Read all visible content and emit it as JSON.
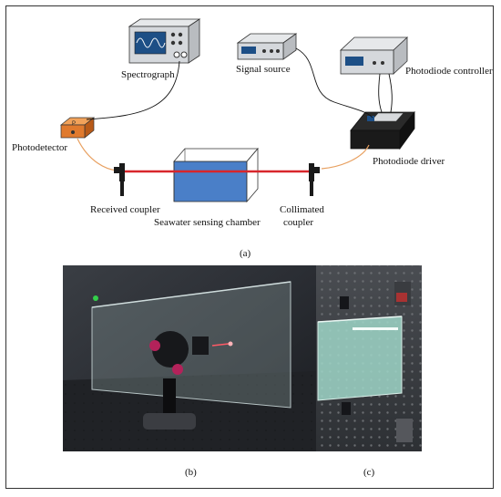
{
  "diagram": {
    "labels": {
      "spectrograph": "Spectrograph",
      "signal_source": "Signal source",
      "photodiode_controller": "Photodiode controller",
      "photodetector": "Photodetector",
      "photodiode_driver": "Photodiode driver",
      "received_coupler": "Received coupler",
      "seawater_chamber": "Seawater sensing chamber",
      "collimated_coupler_1": "Collimated",
      "collimated_coupler_2": "coupler",
      "photodetector_mark": "P"
    },
    "captions": {
      "a": "(a)",
      "b": "(b)",
      "c": "(c)"
    },
    "colors": {
      "laser": "#d8262b",
      "fiber": "#e8a060",
      "water": "#4a7fc8",
      "device_body": "#cfd3d8",
      "detector": "#e07a2e"
    }
  }
}
